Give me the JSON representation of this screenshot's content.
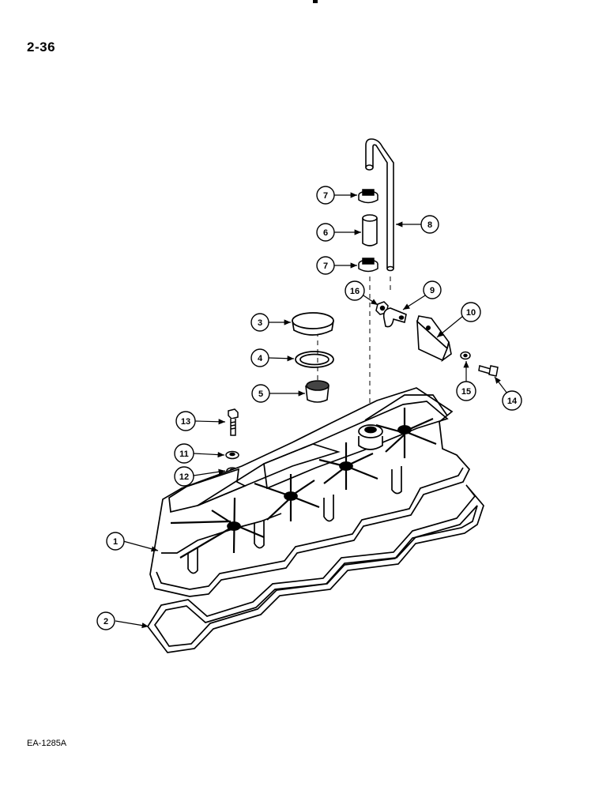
{
  "page_number": "2-36",
  "figure_code": "EA-1285A",
  "callouts": [
    "1",
    "2",
    "3",
    "4",
    "5",
    "6",
    "7",
    "7",
    "8",
    "9",
    "10",
    "11",
    "12",
    "13",
    "14",
    "15",
    "16"
  ]
}
